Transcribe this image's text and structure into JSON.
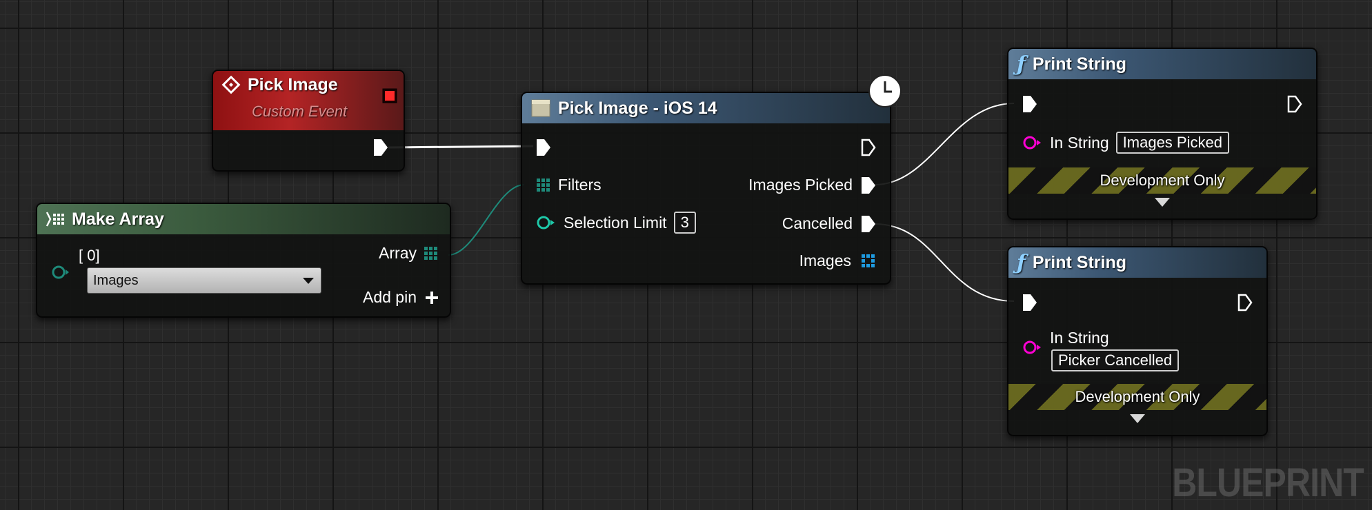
{
  "app": {
    "watermark": "BLUEPRINT"
  },
  "nodes": {
    "pick_image_event": {
      "title": "Pick Image",
      "subtitle": "Custom Event",
      "header_color": "#b42425"
    },
    "make_array": {
      "title": "Make Array",
      "index_label": "[ 0]",
      "dropdown_value": "Images",
      "output_label": "Array",
      "add_pin_label": "Add pin",
      "header_color": "#4e7254"
    },
    "pick_image_ios": {
      "title": "Pick Image - iOS 14",
      "filters_label": "Filters",
      "selection_limit_label": "Selection Limit",
      "selection_limit_value": "3",
      "images_picked_label": "Images Picked",
      "cancelled_label": "Cancelled",
      "images_label": "Images",
      "header_color": "#5f7d99"
    },
    "print_string_1": {
      "title": "Print String",
      "in_string_label": "In String",
      "in_string_value": "Images Picked",
      "dev_only_label": "Development Only"
    },
    "print_string_2": {
      "title": "Print String",
      "in_string_label": "In String",
      "in_string_value": "Picker Cancelled",
      "dev_only_label": "Development Only"
    }
  },
  "colors": {
    "exec_wire": "#ffffff",
    "array_pin": "#1e8a7a",
    "string_pin": "#ff00d4",
    "image_array_pin": "#1e9be0"
  },
  "icons": [
    "event-diamond-icon",
    "stop-square-icon",
    "latent-clock-icon",
    "function-f-icon",
    "make-array-icon",
    "exec-pin-icon",
    "plus-icon",
    "chevron-down-icon"
  ]
}
